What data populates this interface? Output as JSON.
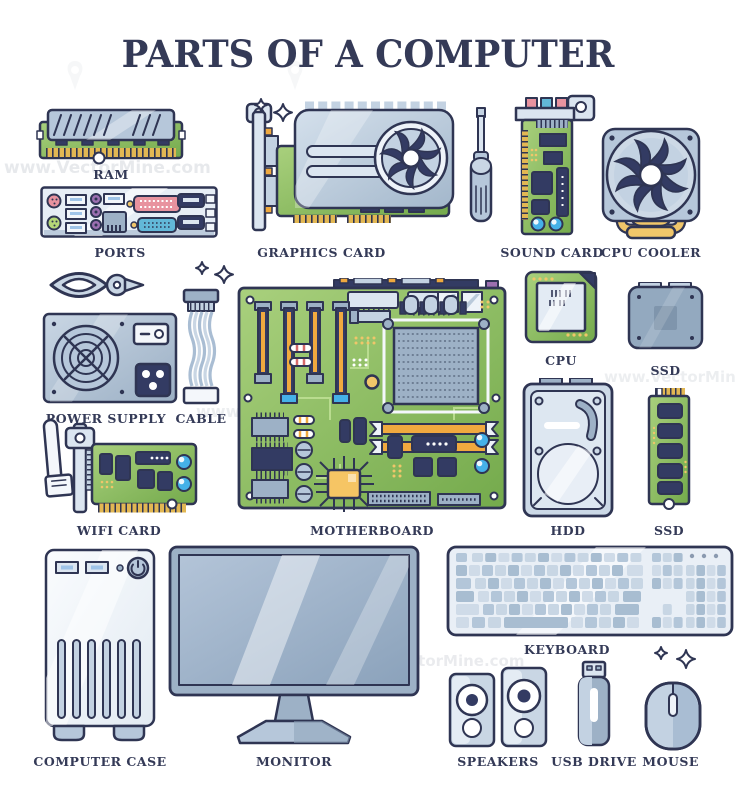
{
  "title": "PARTS OF A COMPUTER",
  "watermark": "www.VectorMine.com",
  "colors": {
    "outline": "#2f3553",
    "label_text": "#343a57",
    "pcb_green": "#8abb5e",
    "pcb_green_light": "#a6cf7a",
    "metal_blue": "#c3d2e2",
    "metal_blue_dark": "#9db1c6",
    "chip_navy": "#333b63",
    "gold": "#e2b753",
    "heatpipe_yellow": "#f0c66a",
    "slot_orange": "#f0a93f",
    "accent_cyan": "#45b1e8",
    "port_pink": "#e8939f",
    "port_purple": "#9c6fb0",
    "port_green": "#b5d878",
    "port_blue": "#62b8d8"
  },
  "items": [
    {
      "id": "ram",
      "label": "RAM"
    },
    {
      "id": "ports",
      "label": "PORTS"
    },
    {
      "id": "graphics-card",
      "label": "GRAPHICS CARD"
    },
    {
      "id": "sound-card",
      "label": "SOUND CARD"
    },
    {
      "id": "cpu-cooler",
      "label": "CPU COOLER"
    },
    {
      "id": "power-supply",
      "label": "POWER SUPPLY"
    },
    {
      "id": "cable",
      "label": "CABLE"
    },
    {
      "id": "motherboard",
      "label": "MOTHERBOARD"
    },
    {
      "id": "cpu",
      "label": "CPU"
    },
    {
      "id": "ssd-sata",
      "label": "SSD"
    },
    {
      "id": "hdd",
      "label": "HDD"
    },
    {
      "id": "ssd-m2",
      "label": "SSD"
    },
    {
      "id": "wifi-card",
      "label": "WIFI CARD"
    },
    {
      "id": "computer-case",
      "label": "COMPUTER CASE"
    },
    {
      "id": "monitor",
      "label": "MONITOR"
    },
    {
      "id": "keyboard",
      "label": "KEYBOARD"
    },
    {
      "id": "speakers",
      "label": "SPEAKERS"
    },
    {
      "id": "usb-drive",
      "label": "USB DRIVE"
    },
    {
      "id": "mouse",
      "label": "MOUSE"
    }
  ],
  "decor_icons": [
    "screwdriver-icon",
    "cable-tie-icon",
    "sparkle-stars-icon",
    "vectormine-pin-icon"
  ]
}
